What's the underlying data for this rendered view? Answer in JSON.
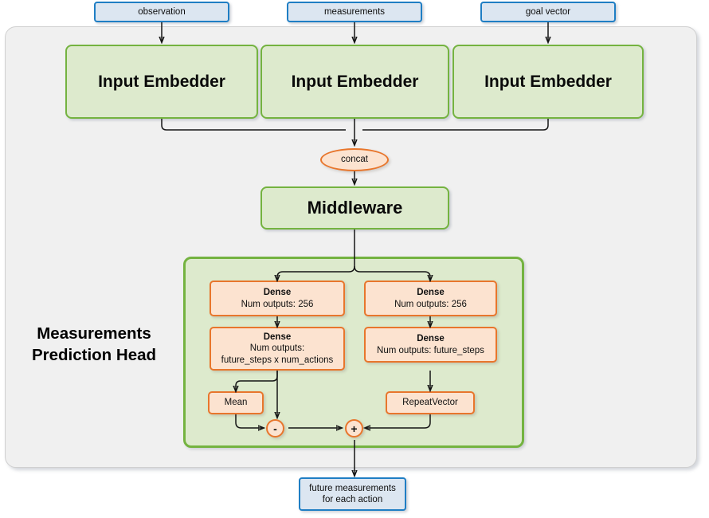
{
  "diagram": {
    "title": "Measurements Prediction Head",
    "section_caption_line1": "Measurements",
    "section_caption_line2": "Prediction Head",
    "colors": {
      "panel_fill": "#f0f0f0",
      "panel_border": "#d0d0d0",
      "io_fill": "#dce6f1",
      "io_border": "#1f7ec4",
      "module_fill": "#ddeacd",
      "module_border": "#74b340",
      "op_fill": "#fce3d0",
      "op_border": "#e8762c",
      "edge": "#151515"
    }
  },
  "inputs": [
    {
      "id": "observation",
      "label": "observation"
    },
    {
      "id": "measurements",
      "label": "measurements"
    },
    {
      "id": "goal_vector",
      "label": "goal vector"
    }
  ],
  "embedders": [
    {
      "id": "embedder_observation",
      "label": "Input Embedder"
    },
    {
      "id": "embedder_measurements",
      "label": "Input Embedder"
    },
    {
      "id": "embedder_goal_vector",
      "label": "Input Embedder"
    }
  ],
  "concat": {
    "label": "concat"
  },
  "middleware": {
    "label": "Middleware"
  },
  "head": {
    "left_branch": {
      "dense_1": {
        "title": "Dense",
        "detail": "Num outputs: 256"
      },
      "dense_2": {
        "title": "Dense",
        "detail_line1": "Num outputs:",
        "detail_line2": "future_steps x num_actions"
      },
      "mean": {
        "label": "Mean"
      },
      "operator": {
        "label": "-",
        "name": "subtract"
      }
    },
    "right_branch": {
      "dense_1": {
        "title": "Dense",
        "detail": "Num outputs: 256"
      },
      "dense_2": {
        "title": "Dense",
        "detail": "Num outputs: future_steps"
      },
      "repeat_vector": {
        "label": "RepeatVector"
      }
    },
    "merge_operator": {
      "label": "+",
      "name": "add"
    }
  },
  "output": {
    "label_line1": "future measurements",
    "label_line2": "for each action"
  }
}
